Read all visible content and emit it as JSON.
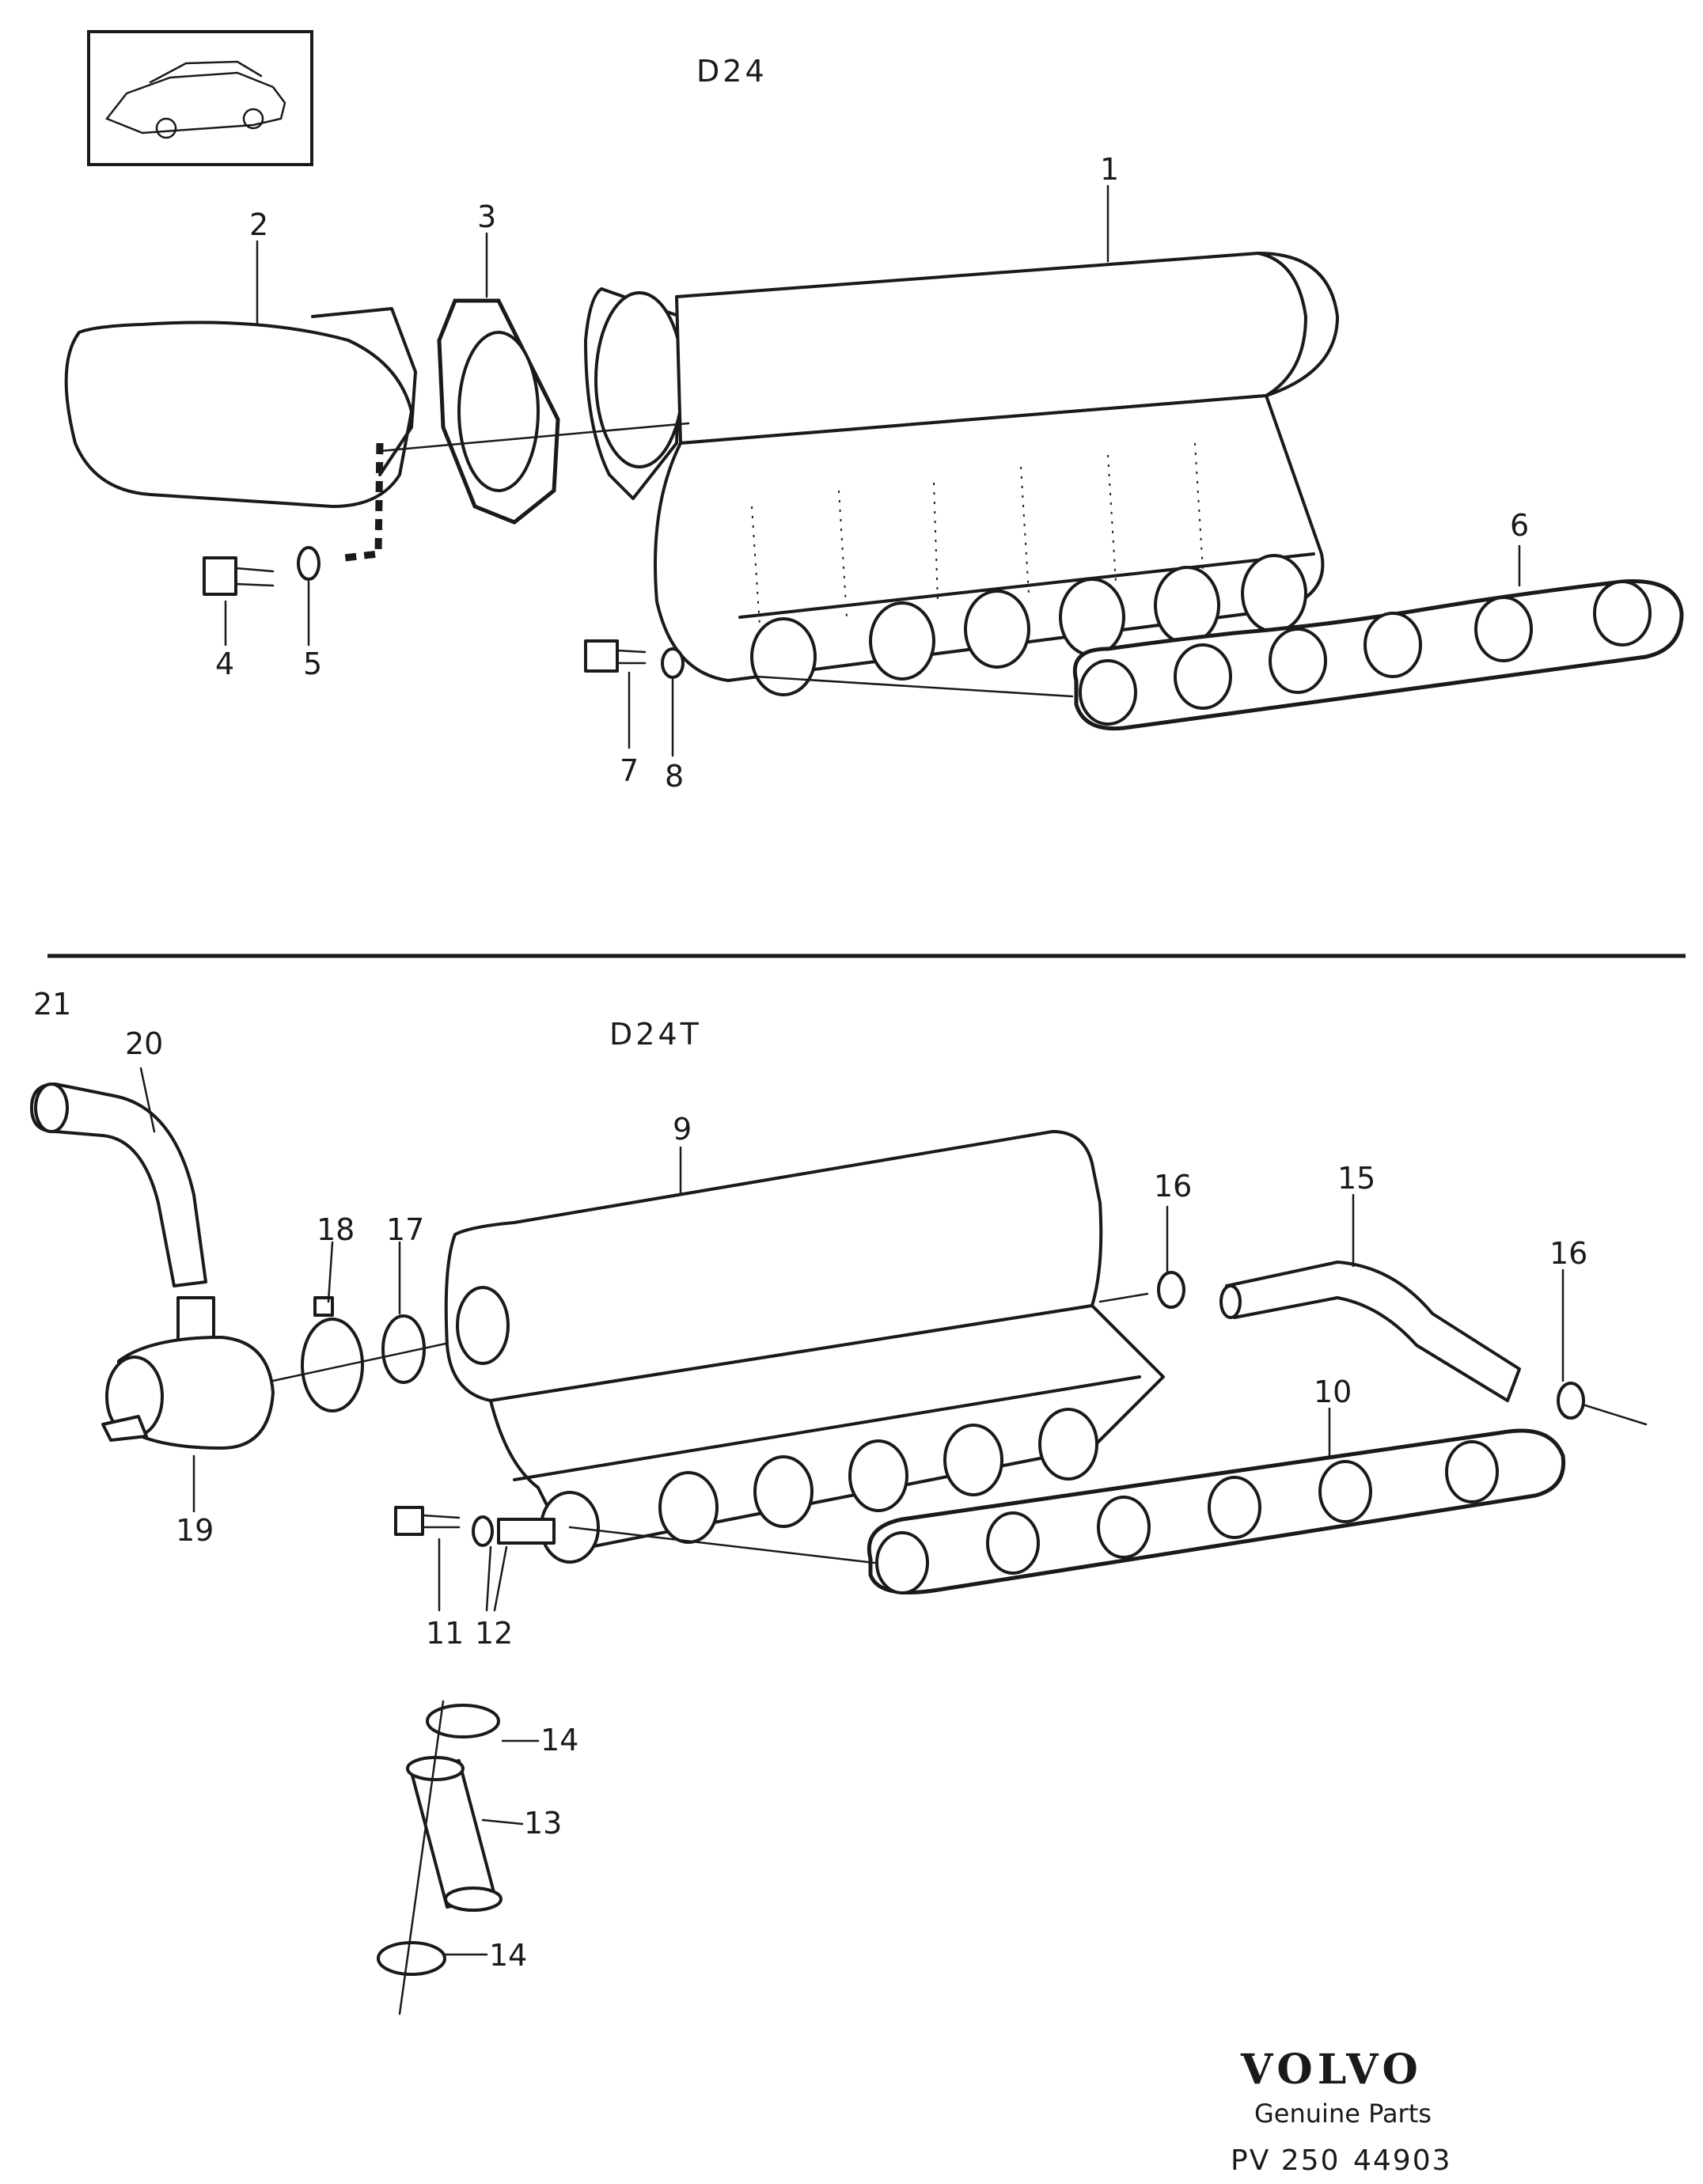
{
  "sections": [
    {
      "title": "D24"
    },
    {
      "title": "D24T"
    }
  ],
  "callouts": [
    "1",
    "2",
    "3",
    "4",
    "5",
    "6",
    "7",
    "8",
    "9",
    "10",
    "11",
    "12",
    "13",
    "14",
    "14",
    "15",
    "16",
    "16",
    "17",
    "18",
    "19",
    "20",
    "21"
  ],
  "branding": {
    "logo_text": "VOLVO",
    "tagline": "Genuine Parts",
    "ref_left": "PV 250",
    "ref_right": "44903"
  },
  "colors": {
    "ink": "#1a1a1a",
    "paper": "#ffffff"
  },
  "icons": {
    "vehicle": "car-sedan-icon"
  }
}
